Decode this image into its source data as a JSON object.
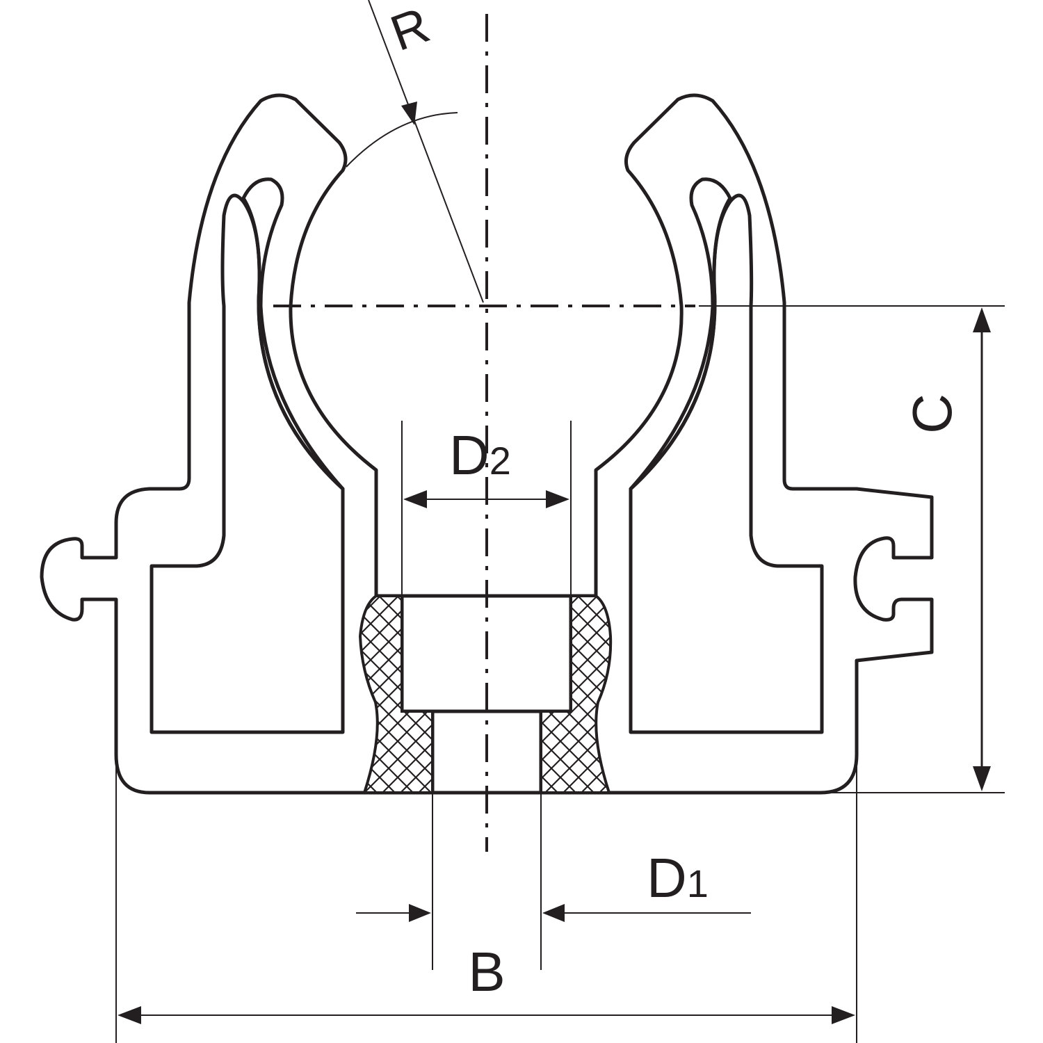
{
  "labels": {
    "radius": "R",
    "d2": "D",
    "d2_sub": "2",
    "d1": "D",
    "d1_sub": "1",
    "height": "C",
    "width": "B"
  },
  "colors": {
    "ink": "#231f20",
    "paper": "#ffffff"
  }
}
